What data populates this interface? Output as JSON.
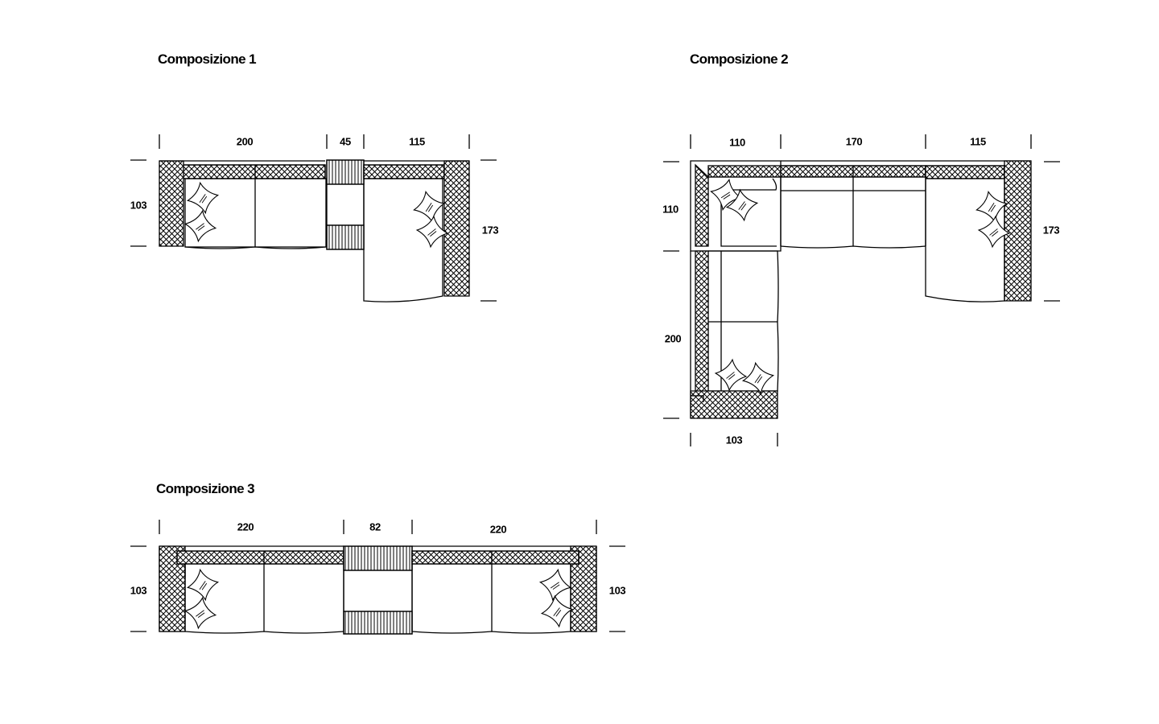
{
  "compositions": [
    {
      "title": "Composizione 1",
      "dims": {
        "top": [
          "200",
          "45",
          "115"
        ],
        "left": "103",
        "right": "173"
      }
    },
    {
      "title": "Composizione 2",
      "dims": {
        "top": [
          "110",
          "170",
          "115"
        ],
        "left_top": "110",
        "left_bottom": "200",
        "right": "173",
        "bottom": "103"
      }
    },
    {
      "title": "Composizione 3",
      "dims": {
        "top": [
          "220",
          "82",
          "220"
        ],
        "left": "103",
        "right": "103"
      }
    }
  ]
}
